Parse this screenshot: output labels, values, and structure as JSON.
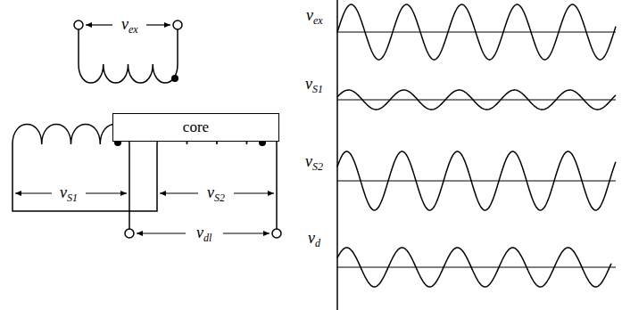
{
  "diagram": {
    "nodes": [
      {
        "text": [
          "core"
        ]
      }
    ],
    "labels": [
      "vex",
      "vS1",
      "vS2",
      "vdl",
      "vex",
      "vS1",
      "vS2",
      "vd"
    ]
  }
}
